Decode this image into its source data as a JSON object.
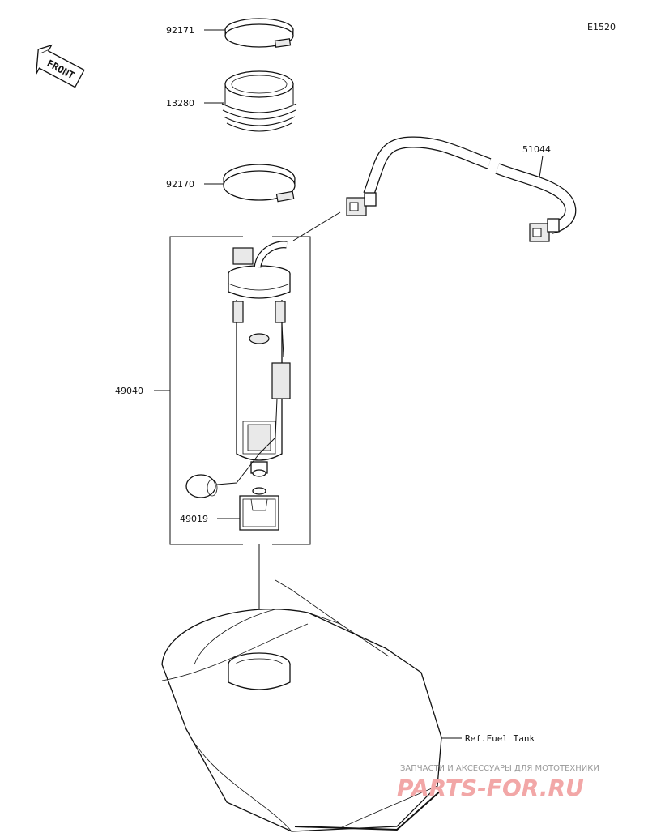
{
  "diagram": {
    "code": "E1520",
    "front_label": "FRONT",
    "parts": [
      {
        "id": "92171",
        "label": "92171"
      },
      {
        "id": "13280",
        "label": "13280"
      },
      {
        "id": "92170",
        "label": "92170"
      },
      {
        "id": "51044",
        "label": "51044"
      },
      {
        "id": "49040",
        "label": "49040"
      },
      {
        "id": "49019",
        "label": "49019"
      }
    ],
    "reference": "Ref.Fuel Tank"
  },
  "watermark": {
    "tagline": "ЗАПЧАСТИ И АКСЕССУАРЫ ДЛЯ МОТОТЕХНИКИ",
    "brand": "PARTS-FOR.RU"
  }
}
